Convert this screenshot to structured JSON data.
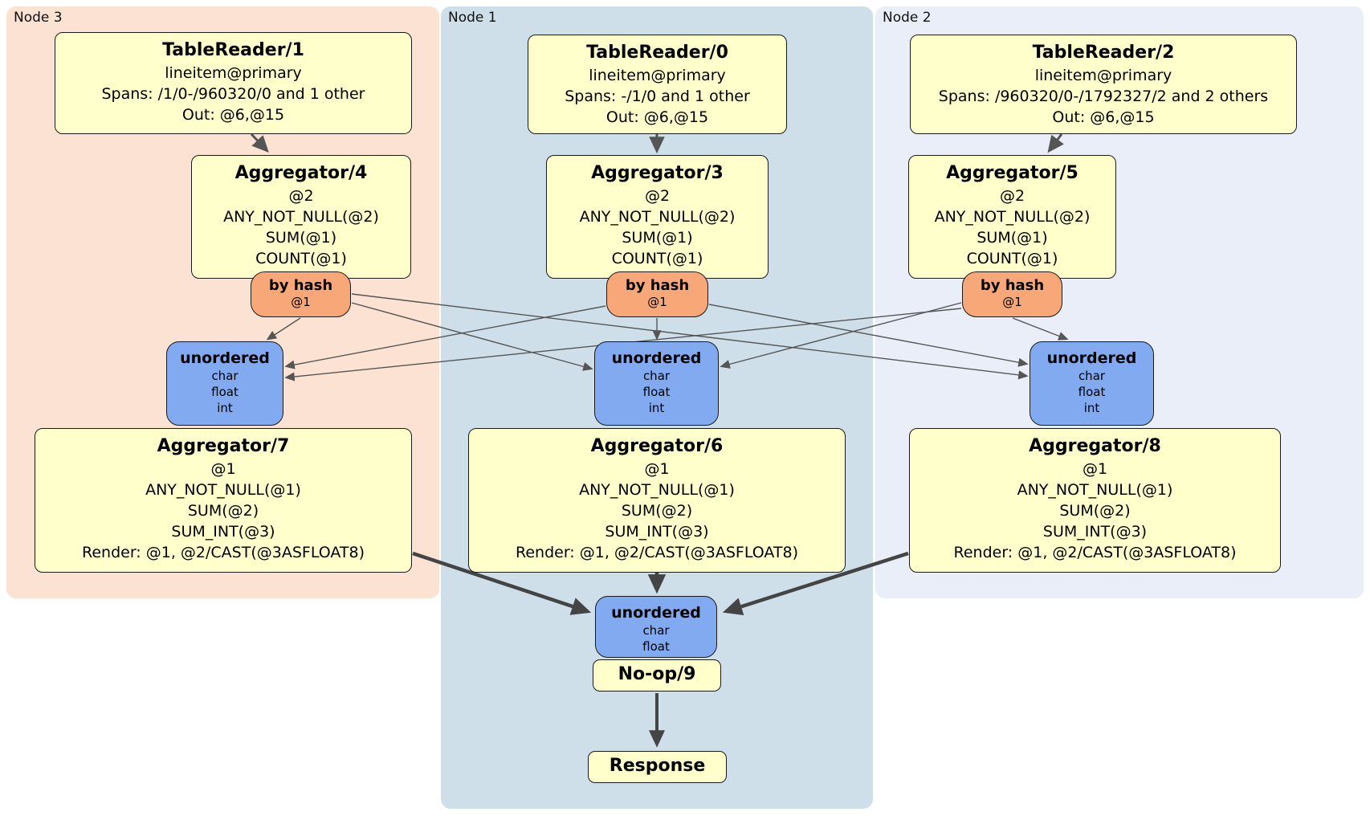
{
  "node3": {
    "label": "Node 3",
    "table_reader": {
      "title": "TableReader/1",
      "lines": [
        "lineitem@primary",
        "Spans: /1/0-/960320/0 and 1 other",
        "Out: @6,@15"
      ]
    },
    "aggregator": {
      "title": "Aggregator/4",
      "lines": [
        "@2",
        "ANY_NOT_NULL(@2)",
        "SUM(@1)",
        "COUNT(@1)"
      ]
    },
    "router": {
      "title": "by hash",
      "detail": "@1"
    },
    "sync": {
      "title": "unordered",
      "lines": [
        "char",
        "float",
        "int"
      ]
    },
    "final_aggregator": {
      "title": "Aggregator/7",
      "lines": [
        "@1",
        "ANY_NOT_NULL(@1)",
        "SUM(@2)",
        "SUM_INT(@3)",
        "Render: @1, @2/CAST(@3ASFLOAT8)"
      ]
    }
  },
  "node1": {
    "label": "Node 1",
    "table_reader": {
      "title": "TableReader/0",
      "lines": [
        "lineitem@primary",
        "Spans: -/1/0 and 1 other",
        "Out: @6,@15"
      ]
    },
    "aggregator": {
      "title": "Aggregator/3",
      "lines": [
        "@2",
        "ANY_NOT_NULL(@2)",
        "SUM(@1)",
        "COUNT(@1)"
      ]
    },
    "router": {
      "title": "by hash",
      "detail": "@1"
    },
    "sync": {
      "title": "unordered",
      "lines": [
        "char",
        "float",
        "int"
      ]
    },
    "final_aggregator": {
      "title": "Aggregator/6",
      "lines": [
        "@1",
        "ANY_NOT_NULL(@1)",
        "SUM(@2)",
        "SUM_INT(@3)",
        "Render: @1, @2/CAST(@3ASFLOAT8)"
      ]
    },
    "final_sync": {
      "title": "unordered",
      "lines": [
        "char",
        "float"
      ]
    },
    "noop": {
      "title": "No-op/9"
    },
    "response": {
      "title": "Response"
    }
  },
  "node2": {
    "label": "Node 2",
    "table_reader": {
      "title": "TableReader/2",
      "lines": [
        "lineitem@primary",
        "Spans: /960320/0-/1792327/2 and 2 others",
        "Out: @6,@15"
      ]
    },
    "aggregator": {
      "title": "Aggregator/5",
      "lines": [
        "@2",
        "ANY_NOT_NULL(@2)",
        "SUM(@1)",
        "COUNT(@1)"
      ]
    },
    "router": {
      "title": "by hash",
      "detail": "@1"
    },
    "sync": {
      "title": "unordered",
      "lines": [
        "char",
        "float",
        "int"
      ]
    },
    "final_aggregator": {
      "title": "Aggregator/8",
      "lines": [
        "@1",
        "ANY_NOT_NULL(@1)",
        "SUM(@2)",
        "SUM_INT(@3)",
        "Render: @1, @2/CAST(@3ASFLOAT8)"
      ]
    }
  },
  "colors": {
    "node3_region": "#FBE2D2",
    "node1_region": "#CEDFE9",
    "node2_region": "#E9EEF9",
    "operator_box": "#FFFFCC",
    "router_box": "#F8A878",
    "sync_box": "#81AAF1",
    "edge_thin": "#555555",
    "edge_thick": "#444444"
  }
}
